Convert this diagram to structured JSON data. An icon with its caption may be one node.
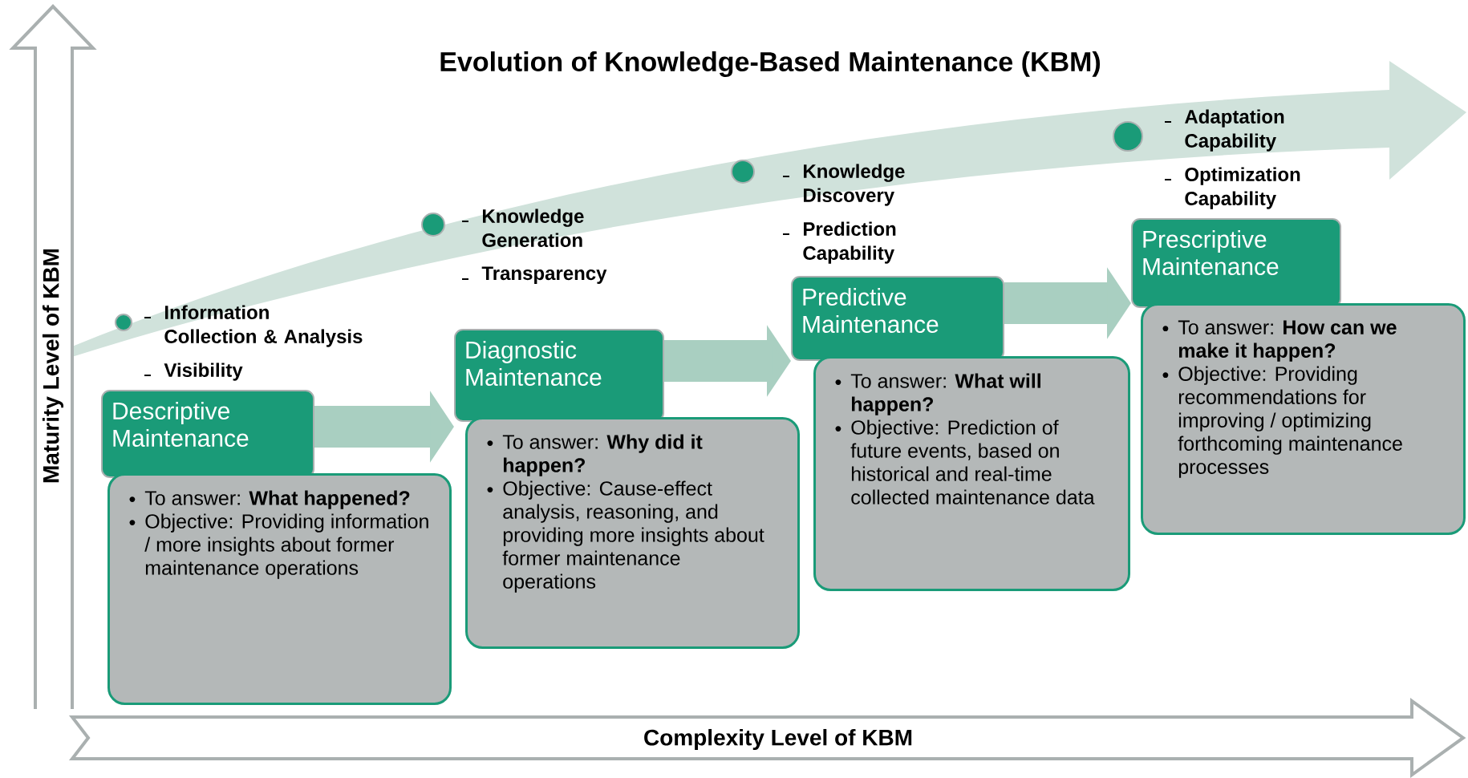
{
  "diagram": {
    "title": "Evolution of Knowledge-Based Maintenance (KBM)",
    "nodes": [
      {
        "text": [
          "Descriptive Maintenance"
        ]
      },
      {
        "text": [
          "To answer: **What happened?**",
          "Objective: Providing information / more insights about former maintenance operations"
        ]
      },
      {
        "text": [
          "Diagnostic Maintenance"
        ]
      },
      {
        "text": [
          "To answer: **Why did it happen?**",
          "Objective: Cause-effect analysis, reasoning, and providing more insights about former maintenance operations"
        ]
      },
      {
        "text": [
          "Predictive Maintenance"
        ]
      },
      {
        "text": [
          "To answer: **What will happen?**",
          "Objective: Prediction of future events, based on historical and real-time collected maintenance data"
        ]
      },
      {
        "text": [
          "Prescriptive Maintenance"
        ]
      },
      {
        "text": [
          "To answer: **How can we make it happen?**",
          "Objective: Providing recommendations for improving / optimizing forthcoming maintenance processes"
        ]
      }
    ],
    "edges": [
      {
        "from": 0,
        "to": 2,
        "arrow": "to"
      },
      {
        "from": 2,
        "to": 4,
        "arrow": "to"
      },
      {
        "from": 4,
        "to": 6,
        "arrow": "to"
      }
    ],
    "labels": [
      "Information Collection & Analysis",
      "Visibility",
      "Knowledge Generation",
      "Transparency",
      "Knowledge Discovery",
      "Prediction Capability",
      "Adaptation Capability",
      "Optimization Capability",
      "Maturity Level of KBM",
      "Complexity Level of KBM"
    ]
  }
}
